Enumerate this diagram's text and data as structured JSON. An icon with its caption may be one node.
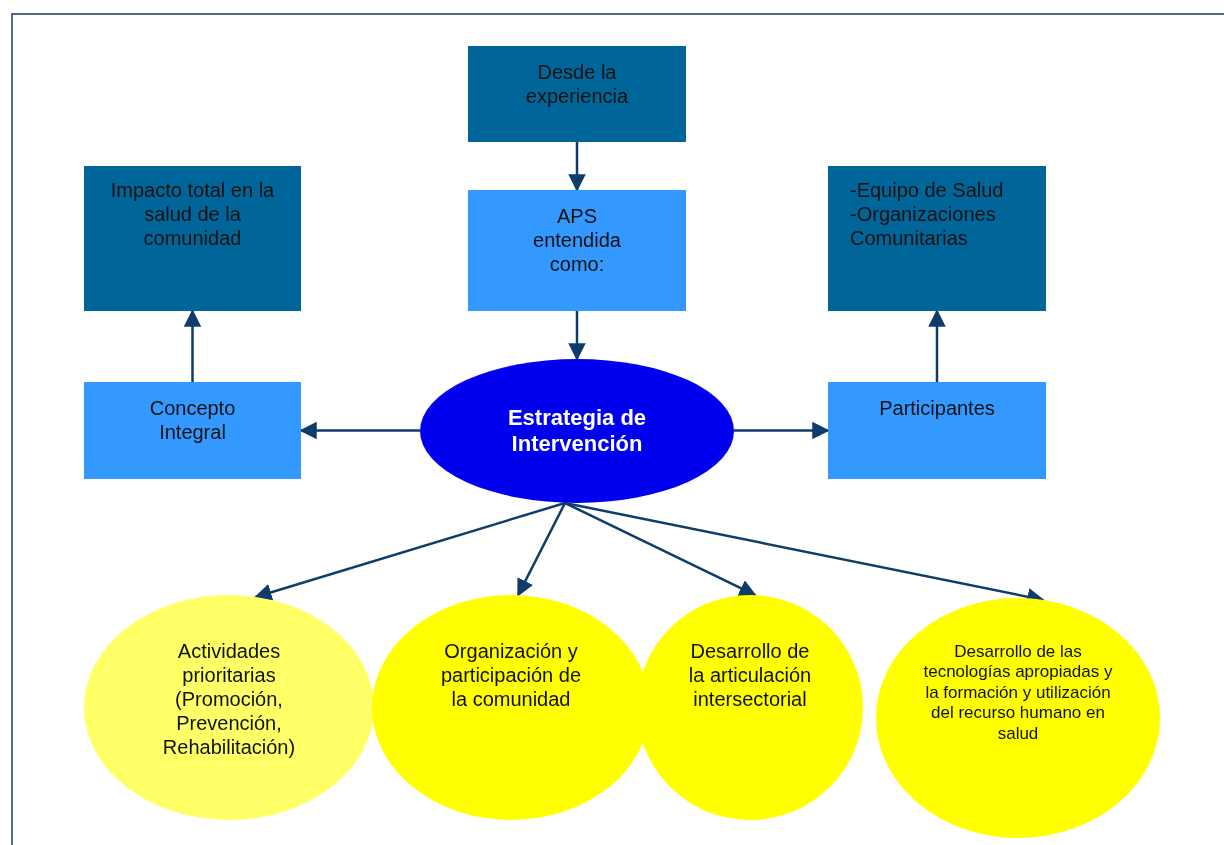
{
  "diagram": {
    "nodes": [
      {
        "text": [
          "Desde la experiencia"
        ]
      },
      {
        "text": [
          "Impacto total en la salud de la comunidad"
        ]
      },
      {
        "text": [
          "APS entendida como:"
        ]
      },
      {
        "text": [
          "-Equipo de Salud",
          "-Organizaciones Comunitarias"
        ]
      },
      {
        "text": [
          "Concepto Integral"
        ]
      },
      {
        "text": [
          "Estrategia de Intervención"
        ]
      },
      {
        "text": [
          "Participantes"
        ]
      },
      {
        "text": [
          "Actividades prioritarias (Promoción, Prevención, Rehabilitación)"
        ]
      },
      {
        "text": [
          "Organización y participación de la comunidad"
        ]
      },
      {
        "text": [
          "Desarrollo de la articulación intersectorial"
        ]
      },
      {
        "text": [
          "Desarrollo de las tecnologías apropiadas y la formación y utilización del recurso humano en salud"
        ]
      }
    ],
    "edges": [
      {
        "from": 0,
        "to": 2,
        "arrow": "to"
      },
      {
        "from": 2,
        "to": 5,
        "arrow": "to"
      },
      {
        "from": 5,
        "to": 4,
        "arrow": "to"
      },
      {
        "from": 4,
        "to": 1,
        "arrow": "to"
      },
      {
        "from": 5,
        "to": 6,
        "arrow": "to"
      },
      {
        "from": 6,
        "to": 3,
        "arrow": "to"
      },
      {
        "from": 5,
        "to": 7,
        "arrow": "to"
      },
      {
        "from": 5,
        "to": 8,
        "arrow": "to"
      },
      {
        "from": 5,
        "to": 9,
        "arrow": "to"
      },
      {
        "from": 5,
        "to": 10,
        "arrow": "to"
      }
    ]
  }
}
